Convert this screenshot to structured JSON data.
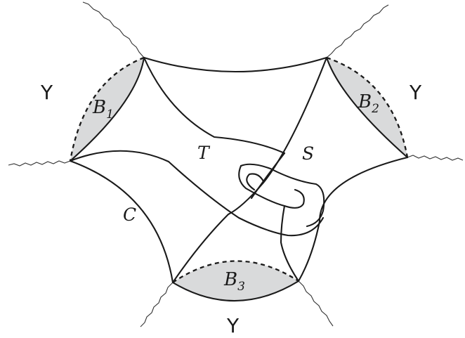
{
  "diagram": {
    "boundaries": [
      {
        "id": "B1",
        "base": "B",
        "sub": "1"
      },
      {
        "id": "B2",
        "base": "B",
        "sub": "2"
      },
      {
        "id": "B3",
        "base": "B",
        "sub": "3"
      }
    ],
    "curve_labels": {
      "T": "T",
      "S": "S",
      "C": "C"
    },
    "y_labels": [
      "Y",
      "Y",
      "Y"
    ],
    "colors": {
      "stroke": "#1a1a1a",
      "boundary_fill": "#d9dadb",
      "background": "#ffffff"
    }
  }
}
